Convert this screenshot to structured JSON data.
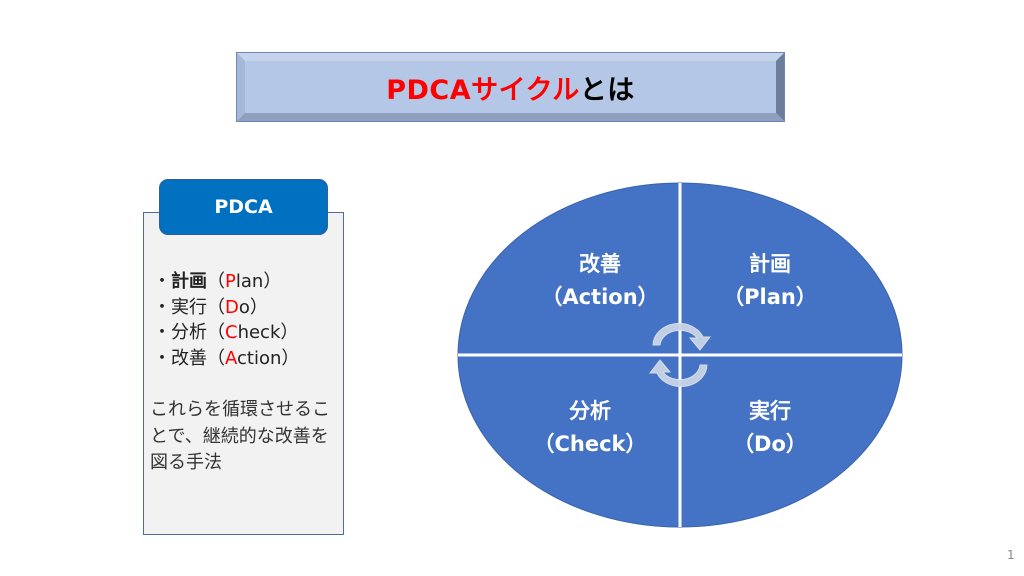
{
  "title": {
    "highlight": "PDCAサイクル",
    "rest": "とは"
  },
  "panel": {
    "tab_label": "PDCA",
    "items": [
      {
        "bullet": "・",
        "term": "計画",
        "open": "（",
        "letter": "P",
        "rest": "lan",
        "close": "）"
      },
      {
        "bullet": "・",
        "term": "実行",
        "open": "（",
        "letter": "D",
        "rest": "o",
        "close": "）"
      },
      {
        "bullet": "・",
        "term": "分析",
        "open": "（",
        "letter": "C",
        "rest": "heck",
        "close": "）"
      },
      {
        "bullet": "・",
        "term": "改善",
        "open": "（",
        "letter": "A",
        "rest": "ction",
        "close": "）"
      }
    ],
    "description": "これらを循環させることで、継続的な改善を図る手法"
  },
  "cycle": {
    "top_left": {
      "jp": "改善",
      "en": "（Action）"
    },
    "top_right": {
      "jp": "計画",
      "en": "（Plan）"
    },
    "bottom_left": {
      "jp": "分析",
      "en": "（Check）"
    },
    "bottom_right": {
      "jp": "実行",
      "en": "（Do）"
    },
    "fill": "#4472c4"
  },
  "page_number": "1"
}
